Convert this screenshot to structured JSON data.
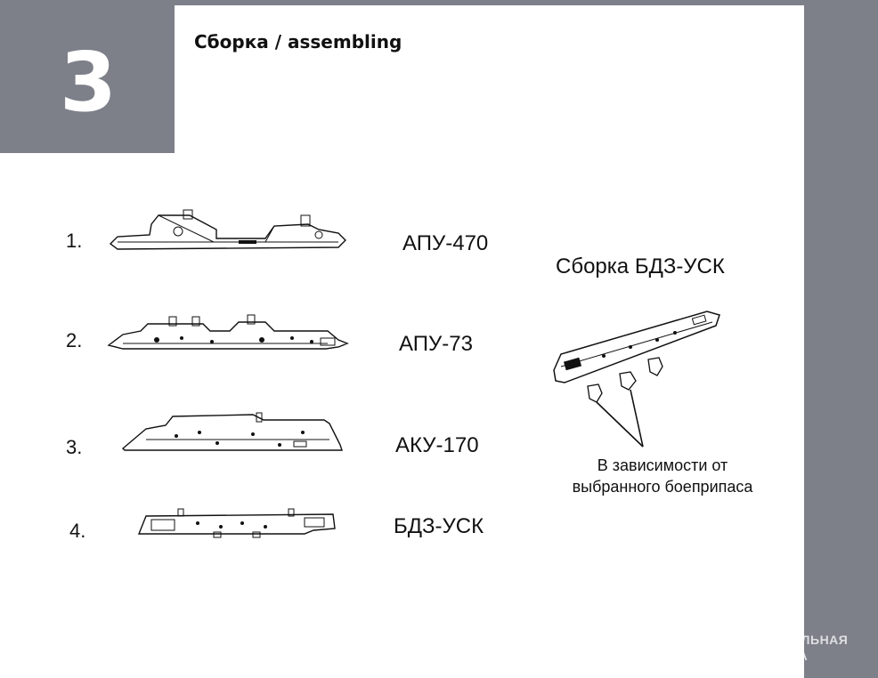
{
  "step": {
    "number": "3",
    "title": "Сборка / assembling"
  },
  "parts": [
    {
      "index": "1.",
      "label": "АПУ-470"
    },
    {
      "index": "2.",
      "label": "АПУ-73"
    },
    {
      "index": "3.",
      "label": "АКУ-170"
    },
    {
      "index": "4.",
      "label": "БДЗ-УСК"
    }
  ],
  "assembly": {
    "title": "Сборка БДЗ-УСК",
    "note_line1": "В зависимости от",
    "note_line2": "выбранного боеприпаса"
  },
  "watermark": {
    "line1": "МОДЕЛЬНАЯ",
    "line2": "ЛАВКА"
  },
  "colors": {
    "frame": "#7d8089",
    "sheet": "#ffffff",
    "ink": "#111111"
  }
}
